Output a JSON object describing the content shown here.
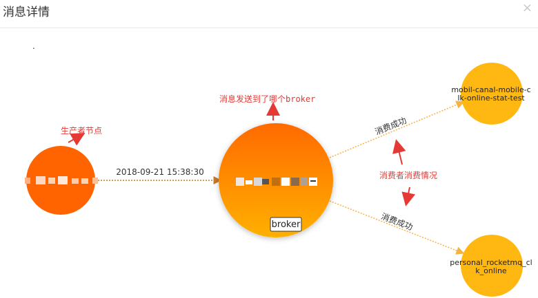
{
  "dialog": {
    "title": "消息详情",
    "close_glyph": "×",
    "stray_text": "."
  },
  "graph": {
    "producer": {
      "label": ""
    },
    "broker": {
      "tag": "broker"
    },
    "edges": {
      "send_time": "2018-09-21 15:38:30",
      "consume_1": "消费成功",
      "consume_2": "消费成功"
    },
    "consumers": [
      {
        "line1": "mobil-canal-mobile-c",
        "line2": "lk-online-stat-test"
      },
      {
        "line1": "personal_rocketmq_cl",
        "line2": "k_online"
      }
    ]
  },
  "annotations": {
    "producer": "生产者节点",
    "broker": "消息发送到了哪个broker",
    "consumers": "消费者消费情况"
  },
  "colors": {
    "producer": "#ff6400",
    "broker_top": "#ff6a00",
    "broker_bottom": "#ffb000",
    "consumer": "#ffb811",
    "edge": "#f5b342",
    "annotation": "#e53935"
  }
}
